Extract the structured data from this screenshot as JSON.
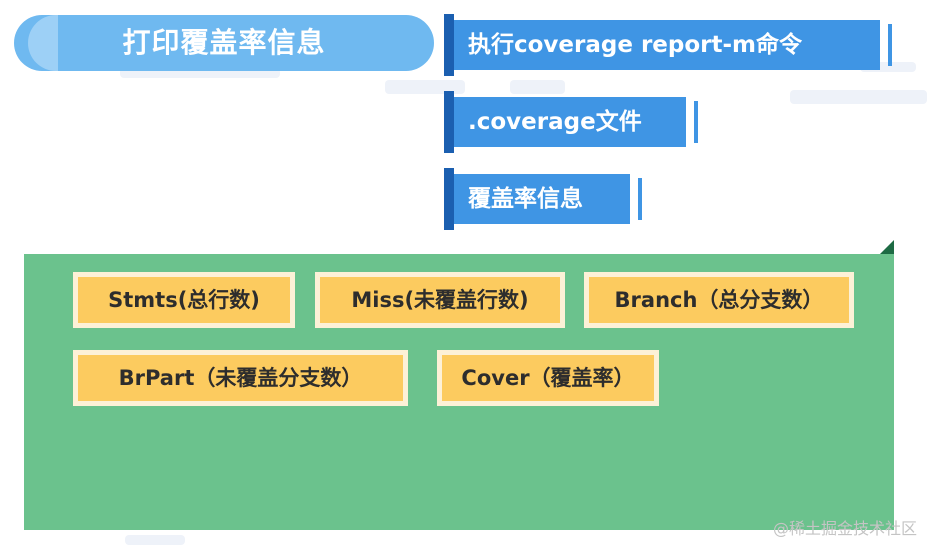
{
  "title": "打印覆盖率信息",
  "steps": [
    "执行coverage report-m命令",
    ".coverage文件",
    "覆盖率信息"
  ],
  "fields": [
    "Stmts(总行数)",
    "Miss(未覆盖行数)",
    "Branch（总分支数）",
    "BrPart（未覆盖分支数）",
    "Cover（覆盖率）"
  ],
  "watermark": "@稀土掘金技术社区",
  "colors": {
    "title_pill": "#6fb9f0",
    "step_box": "#3f95e4",
    "panel": "#6bc28d",
    "tag": "#fccb5f"
  }
}
